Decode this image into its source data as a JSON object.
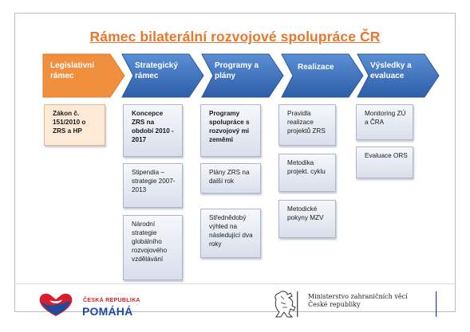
{
  "title": "Rámec bilaterální rozvojové spolupráce ČR",
  "colors": {
    "accent": "#e8762d",
    "arrow_blue": "#3d6fb7",
    "arrow_orange": "#f0903e"
  },
  "steps": [
    {
      "label": "Legislativní rámec",
      "highlighted": true
    },
    {
      "label": "Strategický rámec",
      "highlighted": false
    },
    {
      "label": "Programy a plány",
      "highlighted": false
    },
    {
      "label": "Realizace",
      "highlighted": false
    },
    {
      "label": "Výsledky a evaluace",
      "highlighted": false
    }
  ],
  "columns": [
    {
      "boxes": [
        "Zákon č. 151/2010 o ZRS a HP"
      ]
    },
    {
      "boxes": [
        "Koncepce ZRS na období 2010 - 2017",
        "Stipendia – strategie 2007-2013",
        "Národní strategie globálního rozvojového vzdělávání"
      ]
    },
    {
      "boxes": [
        "Programy spolupráce s rozvojový mi zeměmi",
        "Plány ZRS na další rok",
        "Střednědobý výhled na následující dva roky"
      ]
    },
    {
      "boxes": [
        "Pravidla realizace projektů ZRS",
        "Metodika projekt. cyklu",
        "Metodické pokyny MZV"
      ]
    },
    {
      "boxes": [
        "Monitoring ZÚ a ČRA",
        "Evaluace ORS"
      ]
    }
  ],
  "footer": {
    "left_logo_line1": "ČESKÁ REPUBLIKA",
    "left_logo_line2": "POMÁHÁ",
    "right_logo_line1": "Ministerstvo zahraničních věcí",
    "right_logo_line2": "České republiky"
  }
}
